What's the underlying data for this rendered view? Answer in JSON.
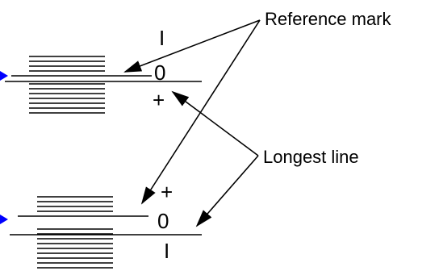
{
  "callouts": {
    "reference_mark": "Reference mark",
    "longest_line": "Longest line"
  },
  "scale_top": {
    "upper_symbol": "I",
    "zero_symbol": "0",
    "lower_symbol": "+"
  },
  "scale_bottom": {
    "upper_symbol": "+",
    "zero_symbol": "0",
    "lower_symbol": "I"
  },
  "colors": {
    "lines": "#000000",
    "pointer": "#0000ff"
  }
}
